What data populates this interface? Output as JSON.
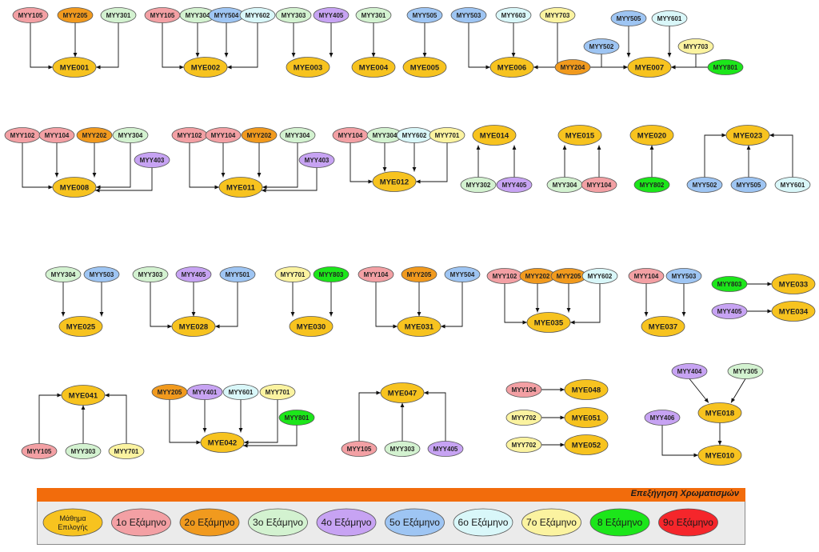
{
  "colors": {
    "elective": "#f7c31f",
    "sem1": "#f3a0a4",
    "sem2": "#f19a1e",
    "sem3": "#d3f2d0",
    "sem4": "#c7a3f3",
    "sem5": "#9ec5f3",
    "sem6": "#d9f7f9",
    "sem7": "#fbf3a0",
    "sem8": "#1ce61a",
    "sem9": "#f5262b",
    "legend_header": "#f26c0c"
  },
  "groups": [
    {
      "id": "g1",
      "target": "MYE001",
      "prereqs": [
        "MYY105",
        "MYY205",
        "MYY301"
      ]
    },
    {
      "id": "g2",
      "target": "MYE002",
      "prereqs": [
        "MYY105",
        "MYY304",
        "MYY504",
        "MYY602"
      ]
    },
    {
      "id": "g3",
      "target": "MYE003",
      "prereqs": [
        "MYY303",
        "MYY405"
      ]
    },
    {
      "id": "g4",
      "target": "MYE004",
      "prereqs": [
        "MYY301"
      ]
    },
    {
      "id": "g5",
      "target": "MYE005",
      "prereqs": [
        "MYY505"
      ]
    },
    {
      "id": "g6",
      "target": "MYE006",
      "prereqs": [
        "MYY503",
        "MYY603",
        "MYY703"
      ]
    },
    {
      "id": "g7",
      "target": "MYE007",
      "prereqs": [
        "MYY505",
        "MYY601",
        "MYY502",
        "MYY703",
        "MYY204",
        "MYY801"
      ]
    },
    {
      "id": "g8",
      "target": "MYE008",
      "prereqs": [
        "MYY102",
        "MYY104",
        "MYY202",
        "MYY304",
        "MYY403"
      ]
    },
    {
      "id": "g11",
      "target": "MYE011",
      "prereqs": [
        "MYY102",
        "MYY104",
        "MYY202",
        "MYY304",
        "MYY403"
      ]
    },
    {
      "id": "g12",
      "target": "MYE012",
      "prereqs": [
        "MYY104",
        "MYY304",
        "MYY602",
        "MYY701"
      ]
    },
    {
      "id": "g14",
      "target": "MYE014",
      "prereqs": [
        "MYY302",
        "MYY405"
      ]
    },
    {
      "id": "g15",
      "target": "MYE015",
      "prereqs": [
        "MYY304",
        "MYY104"
      ]
    },
    {
      "id": "g20",
      "target": "MYE020",
      "prereqs": [
        "MYY802"
      ]
    },
    {
      "id": "g23",
      "target": "MYE023",
      "prereqs": [
        "MYY502",
        "MYY505",
        "MYY601"
      ]
    },
    {
      "id": "g25",
      "target": "MYE025",
      "prereqs": [
        "MYY304",
        "MYY503"
      ]
    },
    {
      "id": "g28",
      "target": "MYE028",
      "prereqs": [
        "MYY303",
        "MYY405",
        "MYY501"
      ]
    },
    {
      "id": "g30",
      "target": "MYE030",
      "prereqs": [
        "MYY701",
        "MYY803"
      ]
    },
    {
      "id": "g31",
      "target": "MYE031",
      "prereqs": [
        "MYY104",
        "MYY205",
        "MYY504"
      ]
    },
    {
      "id": "g35",
      "target": "MYE035",
      "prereqs": [
        "MYY102",
        "MYY202",
        "MYY205",
        "MYY602"
      ]
    },
    {
      "id": "g37",
      "target": "MYE037",
      "prereqs": [
        "MYY104",
        "MYY503"
      ]
    },
    {
      "id": "g33",
      "target": "MYE033",
      "prereqs": [
        "MYY803"
      ]
    },
    {
      "id": "g34",
      "target": "MYE034",
      "prereqs": [
        "MYY405"
      ]
    },
    {
      "id": "g41",
      "target": "MYE041",
      "prereqs": [
        "MYY105",
        "MYY303",
        "MYY701"
      ]
    },
    {
      "id": "g42",
      "target": "MYE042",
      "prereqs": [
        "MYY205",
        "MYY401",
        "MYY601",
        "MYY701",
        "MYY801"
      ]
    },
    {
      "id": "g47",
      "target": "MYE047",
      "prereqs": [
        "MYY105",
        "MYY303",
        "MYY405"
      ]
    },
    {
      "id": "g48",
      "target": "MYE048",
      "prereqs": [
        "MYY104"
      ]
    },
    {
      "id": "g51",
      "target": "MYE051",
      "prereqs": [
        "MYY702"
      ]
    },
    {
      "id": "g52",
      "target": "MYE052",
      "prereqs": [
        "MYY702"
      ]
    },
    {
      "id": "g18",
      "target": "MYE018",
      "prereqs": [
        "MYY404",
        "MYY305"
      ]
    },
    {
      "id": "g10",
      "target": "MYE010",
      "prereqs": [
        "MYY406",
        "MYE018"
      ]
    }
  ],
  "legend": {
    "title": "Επεξήγηση Χρωματισμών",
    "items": [
      {
        "key": "elective",
        "lines": [
          "Μάθημα",
          "Επιλογής"
        ]
      },
      {
        "key": "sem1",
        "lines": [
          "1ο Εξάμηνο"
        ]
      },
      {
        "key": "sem2",
        "lines": [
          "2ο Εξάμηνο"
        ]
      },
      {
        "key": "sem3",
        "lines": [
          "3ο Εξάμηνο"
        ]
      },
      {
        "key": "sem4",
        "lines": [
          "4ο Εξάμηνο"
        ]
      },
      {
        "key": "sem5",
        "lines": [
          "5ο Εξάμηνο"
        ]
      },
      {
        "key": "sem6",
        "lines": [
          "6ο Εξάμηνο"
        ]
      },
      {
        "key": "sem7",
        "lines": [
          "7ο Εξάμηνο"
        ]
      },
      {
        "key": "sem8",
        "lines": [
          "8 Εξάμηνο"
        ]
      },
      {
        "key": "sem9",
        "lines": [
          "9ο Εξάμηνο"
        ]
      }
    ]
  }
}
